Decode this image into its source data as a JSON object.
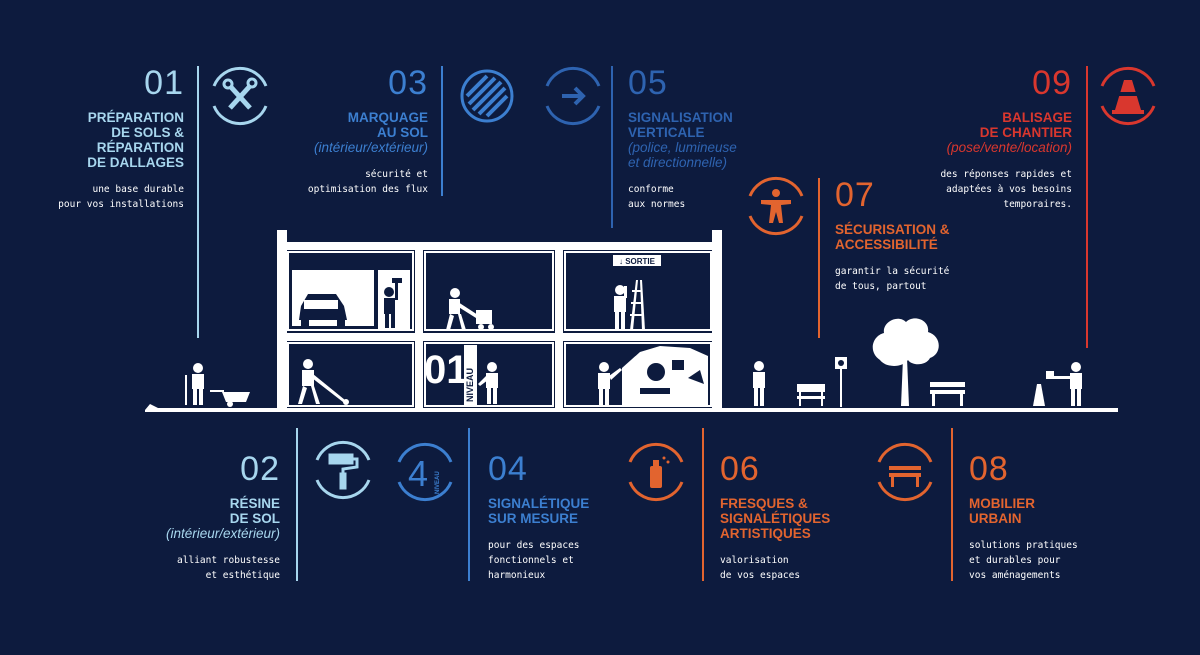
{
  "colors": {
    "background": "#0d1b3e",
    "light_blue": "#a7d6ee",
    "mid_blue": "#3c7fd0",
    "dark_blue": "#2e63b0",
    "orange": "#e2642f",
    "red": "#d9372e",
    "white": "#ffffff"
  },
  "services": [
    {
      "number": "01",
      "title": "PRÉPARATION\nDE SOLS &\nRÉPARATION\nDE DALLAGES",
      "subtitle": "",
      "description": "une base durable\npour vos installations",
      "icon": "tools-icon"
    },
    {
      "number": "02",
      "title": "RÉSINE\nDE SOL",
      "subtitle": "(intérieur/extérieur)",
      "description": "alliant robustesse\net esthétique",
      "icon": "paint-roller-icon"
    },
    {
      "number": "03",
      "title": "MARQUAGE\nAU SOL",
      "subtitle": "(intérieur/extérieur)",
      "description": "sécurité et\noptimisation des flux",
      "icon": "hatched-circle-icon"
    },
    {
      "number": "04",
      "title": "SIGNALÉTIQUE\nSUR MESURE",
      "subtitle": "",
      "description": "pour des espaces\nfonctionnels et\nharmonieux",
      "icon": "level-number-icon"
    },
    {
      "number": "05",
      "title": "SIGNALISATION\nVERTICALE",
      "subtitle": "(police, lumineuse\net directionnelle)",
      "description": "conforme\naux normes",
      "icon": "arrow-right-icon"
    },
    {
      "number": "06",
      "title": "FRESQUES &\nSIGNALÉTIQUES\nARTISTIQUES",
      "subtitle": "",
      "description": "valorisation\nde vos espaces",
      "icon": "spray-can-icon"
    },
    {
      "number": "07",
      "title": "SÉCURISATION &\nACCESSIBILITÉ",
      "subtitle": "",
      "description": "garantir la sécurité\nde tous, partout",
      "icon": "accessibility-icon"
    },
    {
      "number": "08",
      "title": "MOBILIER\nURBAIN",
      "subtitle": "",
      "description": "solutions pratiques\net durables pour\nvos aménagements",
      "icon": "bench-icon"
    },
    {
      "number": "09",
      "title": "BALISAGE\nDE CHANTIER",
      "subtitle": "(pose/vente/location)",
      "description": "des réponses rapides et\nadaptées à vos besoins\ntemporaires.",
      "icon": "traffic-cone-icon"
    }
  ],
  "illustration": {
    "exit_sign": "↓ SORTIE",
    "level_big": "01",
    "level_word": "NIVEAU",
    "icon4_digit": "4",
    "icon4_word": "NIVEAU"
  }
}
